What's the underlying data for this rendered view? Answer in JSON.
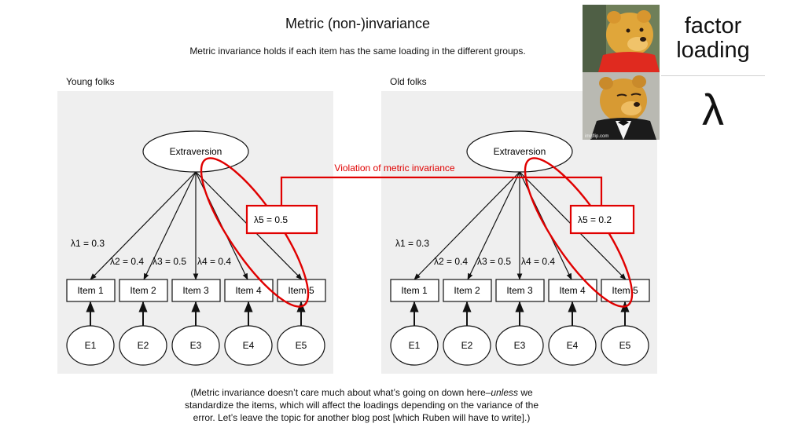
{
  "title": "Metric (non-)invariance",
  "subtitle": "Metric invariance holds if each item has the same loading in the different groups.",
  "violation_label": "Violation of metric  invariance",
  "groups": [
    {
      "label": "Young folks",
      "latent": "Extraversion",
      "items": [
        "Item 1",
        "Item 2",
        "Item 3",
        "Item 4",
        "Item 5"
      ],
      "errors": [
        "E1",
        "E2",
        "E3",
        "E4",
        "E5"
      ],
      "loadings": [
        "λ1 = 0.3",
        "λ2 = 0.4",
        "λ3 = 0.5",
        "λ4 = 0.4",
        "λ5 = 0.5"
      ]
    },
    {
      "label": "Old folks",
      "latent": "Extraversion",
      "items": [
        "Item 1",
        "Item 2",
        "Item 3",
        "Item 4",
        "Item 5"
      ],
      "errors": [
        "E1",
        "E2",
        "E3",
        "E4",
        "E5"
      ],
      "loadings": [
        "λ1 = 0.3",
        "λ2 = 0.4",
        "λ3 = 0.5",
        "λ4 = 0.4",
        "λ5 = 0.2"
      ]
    }
  ],
  "footer": {
    "part1": "(Metric invariance doesn’t care much about what’s going on down here–",
    "emph": "unless",
    "part2": " we standardize the items, which will affect the loadings depending on the variance of the error. Let’s leave the topic for another blog post [which Ruben will have to write].)"
  },
  "meme": {
    "top_text": "factor loading",
    "bottom_text": "λ",
    "watermark": "imgflip.com"
  },
  "colors": {
    "highlight": "#e00000",
    "panel": "#efefef"
  }
}
